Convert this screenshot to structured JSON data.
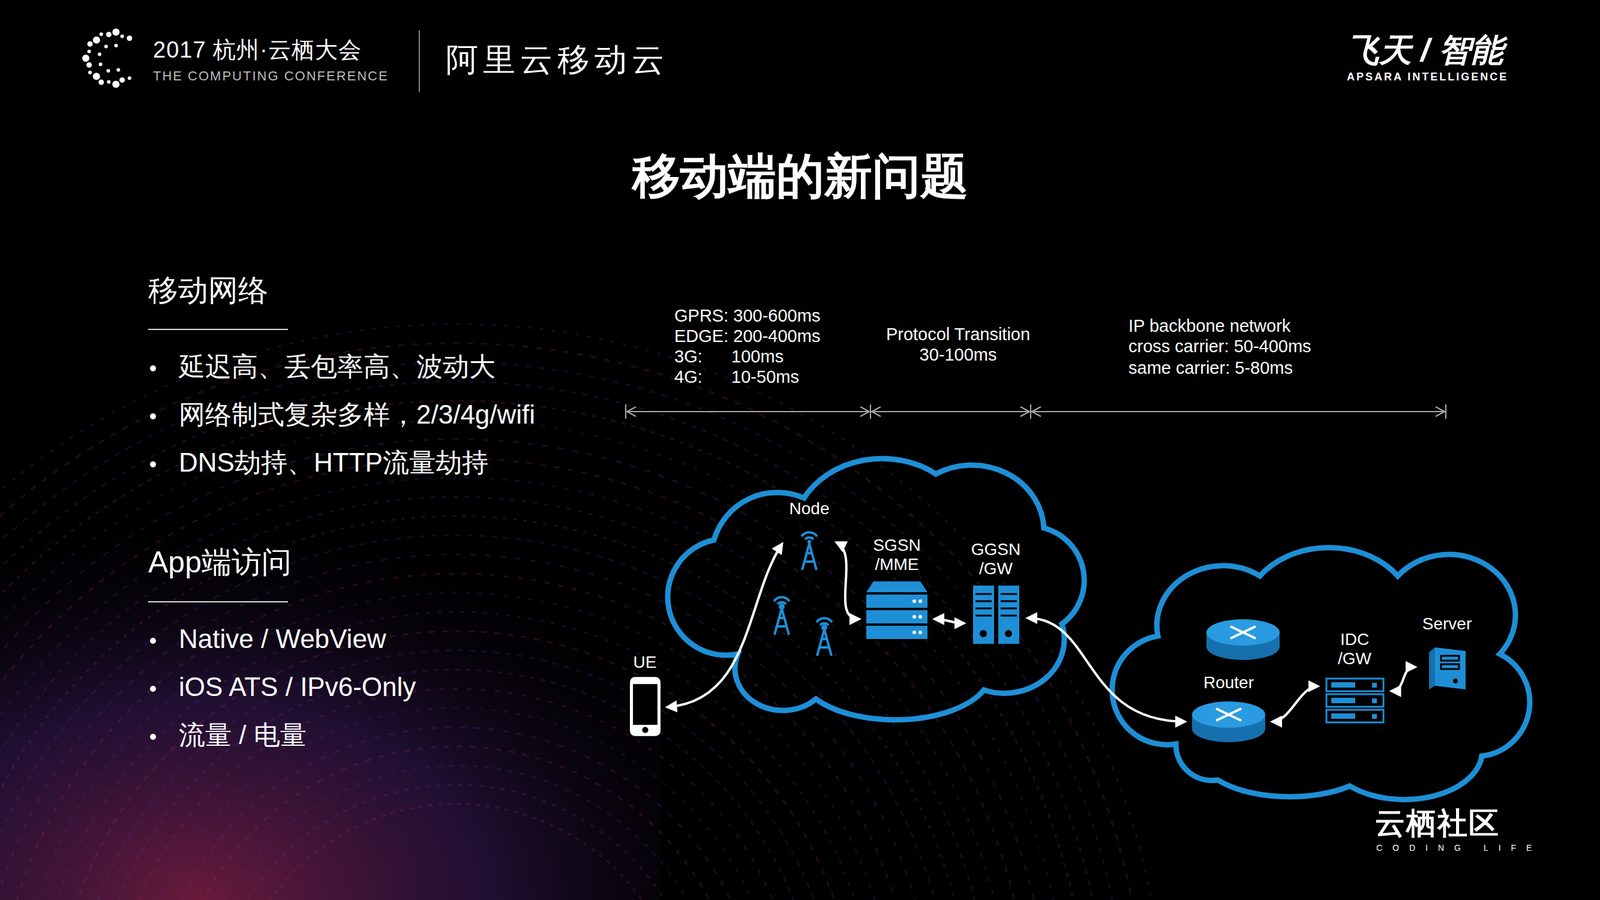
{
  "diagram": {
    "title": "移动端的新问题",
    "nodes": [
      {
        "text": [
          "UE"
        ]
      },
      {
        "text": [
          "Node"
        ]
      },
      {
        "text": [
          "SGSN /MME"
        ]
      },
      {
        "text": [
          "GGSN /GW"
        ]
      },
      {
        "text": [
          "Router"
        ]
      },
      {
        "text": [
          "IDC /GW"
        ]
      },
      {
        "text": [
          "Server"
        ]
      }
    ],
    "edges": [
      {
        "from": 0,
        "to": 1,
        "arrow": "both"
      },
      {
        "from": 1,
        "to": 2,
        "arrow": "both"
      },
      {
        "from": 2,
        "to": 3,
        "arrow": "both"
      },
      {
        "from": 3,
        "to": 4,
        "arrow": "both"
      },
      {
        "from": 4,
        "to": 5,
        "arrow": "both"
      },
      {
        "from": 5,
        "to": 6,
        "arrow": "both"
      }
    ],
    "labels": [
      "2017 杭州·云栖大会",
      "THE COMPUTING CONFERENCE",
      "阿里云移动云",
      "飞天 / 智能",
      "APSARA INTELLIGENCE",
      "移动网络",
      "延迟高、丢包率高、波动大",
      "网络制式复杂多样，2/3/4g/wifi",
      "DNS劫持、HTTP流量劫持",
      "App端访问",
      "Native / WebView",
      "iOS ATS / IPv6-Only",
      "流量 / 电量",
      "GPRS: 300-600ms",
      "EDGE: 200-400ms",
      "3G:      100ms",
      "4G:      10-50ms",
      "Protocol Transition",
      "30-100ms",
      "IP backbone network",
      "cross carrier: 50-400ms",
      "same carrier: 5-80ms",
      "云栖社区",
      "CODING LIFE"
    ]
  }
}
